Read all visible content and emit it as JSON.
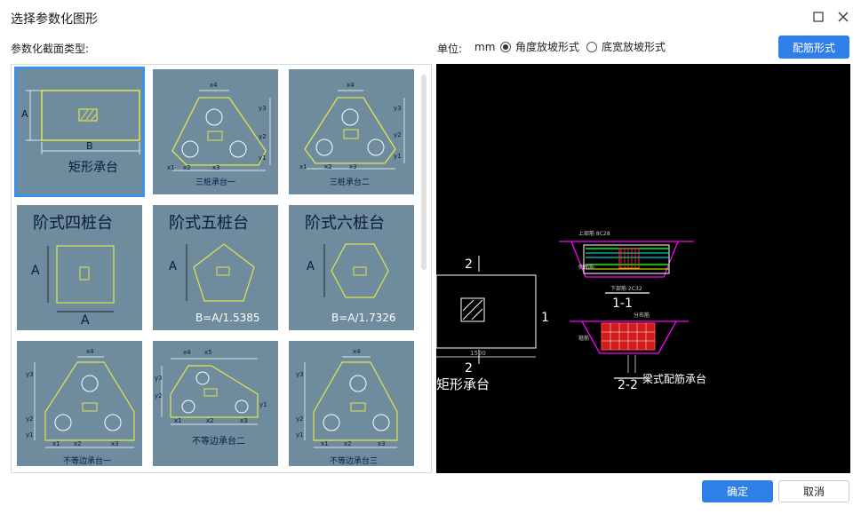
{
  "window": {
    "title": "选择参数化图形",
    "maximize_icon": "square-outline-icon",
    "close_icon": "close-icon"
  },
  "labels": {
    "section_type": "参数化截面类型:",
    "unit_label": "单位:",
    "unit_value": "mm"
  },
  "slope_mode": {
    "options": [
      "角度放坡形式",
      "底宽放坡形式"
    ],
    "selected": "角度放坡形式"
  },
  "buttons": {
    "rebar": "配筋形式",
    "ok": "确定",
    "cancel": "取消"
  },
  "shapes": [
    {
      "caption": "矩形承台",
      "dims": [
        "A",
        "B"
      ]
    },
    {
      "caption": "三桩承台一",
      "dims": [
        "x4",
        "y3",
        "y2",
        "y1",
        "x1",
        "x2",
        "x3"
      ]
    },
    {
      "caption": "三桩承台二",
      "dims": [
        "x4",
        "y3",
        "y2",
        "y1",
        "x1",
        "x2",
        "x3"
      ]
    },
    {
      "caption": "阶式四桩台",
      "dims": [
        "A",
        "A"
      ]
    },
    {
      "caption": "阶式五桩台",
      "dims": [
        "A",
        "B=A/1.5385"
      ]
    },
    {
      "caption": "阶式六桩台",
      "dims": [
        "A",
        "B=A/1.7326"
      ]
    },
    {
      "caption": "不等边承台一",
      "dims": [
        "x4",
        "y3",
        "y2",
        "y1",
        "x1",
        "x2",
        "x3"
      ]
    },
    {
      "caption": "不等边承台二",
      "dims": [
        "x4",
        "x5",
        "y3",
        "y2",
        "y1",
        "x1",
        "x2",
        "x3"
      ]
    },
    {
      "caption": "不等边承台三",
      "dims": [
        "x4",
        "y3",
        "y2",
        "y1",
        "x1",
        "x2",
        "x3"
      ]
    }
  ],
  "selected_shape": "矩形承台",
  "preview": {
    "left_caption": "矩形承台",
    "section_marks": [
      "2",
      "2",
      "1"
    ],
    "dim_label": "1500",
    "section_1_1": "1-1",
    "section_2_2": "2-2",
    "right_caption": "梁式配筋承台",
    "rebar_labels": [
      "上部筋 8C28",
      "侧面筋",
      "下部筋 2C32",
      "分布筋",
      "箍筋"
    ]
  },
  "colors": {
    "accent": "#2f7fe8",
    "tile_bg": "#6e8c9e",
    "shape_line": "#e4e64a",
    "cad_bg": "#000000"
  }
}
